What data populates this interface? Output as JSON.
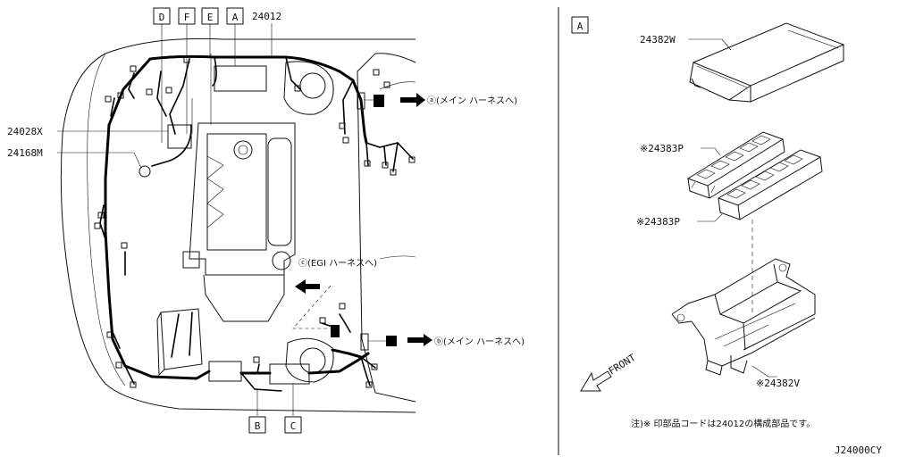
{
  "left_panel": {
    "top_boxes": [
      "D",
      "F",
      "E",
      "A"
    ],
    "bottom_boxes": [
      "B",
      "C"
    ],
    "part_24012": "24012",
    "part_24028x": "24028X",
    "part_24168m": "24168M",
    "note_a": "ⓐ(メイン ハーネスへ)",
    "note_b": "ⓑ(メイン ハーネスへ)",
    "note_c": "ⓒ(EGI ハーネスへ)"
  },
  "right_panel": {
    "box_label": "A",
    "part_24382w": "24382W",
    "part_24383p_top": "※24383P",
    "part_24383p_bottom": "※24383P",
    "part_24382v": "※24382V",
    "front_label": "FRONT"
  },
  "footnote": "注)※ 印部品コードは24012の構成部品です。",
  "drawing_number": "J24000CY",
  "colors": {
    "ink": "#111111",
    "paper": "#ffffff"
  }
}
